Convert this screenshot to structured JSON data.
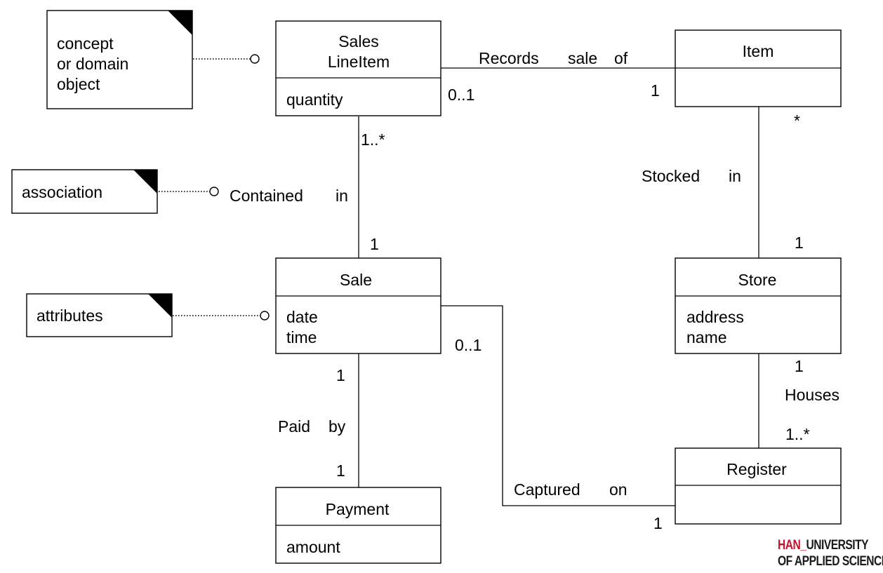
{
  "notes": {
    "concept": [
      "concept",
      "or domain",
      "object"
    ],
    "association": [
      "association"
    ],
    "attributes": [
      "attributes"
    ]
  },
  "classes": {
    "sales_line_item": {
      "name": [
        "Sales",
        "LineItem"
      ],
      "attributes": [
        "quantity"
      ]
    },
    "item": {
      "name": [
        "Item"
      ],
      "attributes": []
    },
    "sale": {
      "name": [
        "Sale"
      ],
      "attributes": [
        "date",
        "time"
      ]
    },
    "store": {
      "name": [
        "Store"
      ],
      "attributes": [
        "address",
        "name"
      ]
    },
    "register": {
      "name": [
        "Register"
      ],
      "attributes": []
    },
    "payment": {
      "name": [
        "Payment"
      ],
      "attributes": [
        "amount"
      ]
    }
  },
  "associations": {
    "records_sale_of": {
      "label_words": [
        "Records",
        "sale",
        "of"
      ],
      "mult_source": "0..1",
      "mult_target": "1"
    },
    "contained_in": {
      "label_words": [
        "Contained",
        "in"
      ],
      "mult_source": "1..*",
      "mult_target": "1"
    },
    "stocked_in": {
      "label_words": [
        "Stocked",
        "in"
      ],
      "mult_source": "*",
      "mult_target": "1"
    },
    "houses": {
      "label_words": [
        "Houses"
      ],
      "mult_source": "1",
      "mult_target": "1..*"
    },
    "paid_by": {
      "label_words": [
        "Paid",
        "by"
      ],
      "mult_source": "1",
      "mult_target": "1"
    },
    "captured_on": {
      "label_words": [
        "Captured",
        "on"
      ],
      "mult_source": "0..1",
      "mult_target": "1"
    }
  },
  "logo": {
    "brand": "HAN",
    "separator": "_",
    "line1": "UNIVERSITY",
    "line2": "OF APPLIED SCIENCES"
  }
}
